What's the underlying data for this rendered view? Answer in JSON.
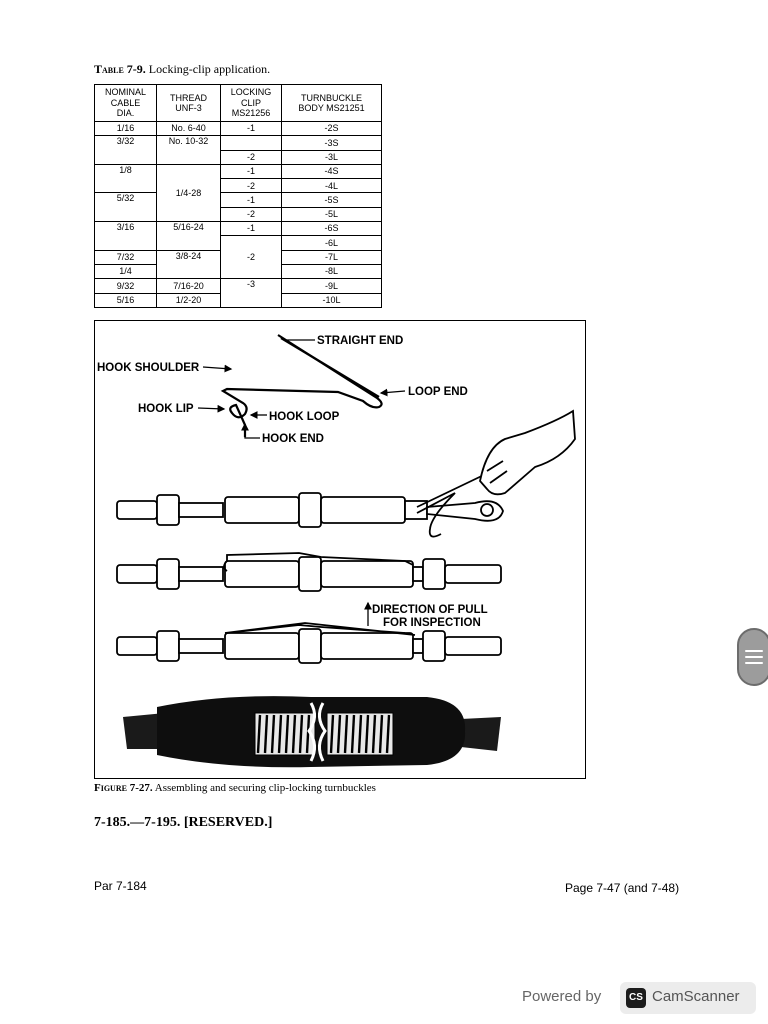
{
  "table": {
    "caption_label": "Table 7-9.",
    "caption_text": "Locking-clip application.",
    "headers": [
      [
        "NOMINAL",
        "CABLE",
        "DIA."
      ],
      [
        "THREAD",
        "UNF-3"
      ],
      [
        "LOCKING",
        "CLIP",
        "MS21256"
      ],
      [
        "TURNBUCKLE",
        "BODY MS21251"
      ]
    ],
    "cable_dia": [
      "1/16",
      "3/32",
      "1/8",
      "5/32",
      "3/16",
      "7/32",
      "1/4",
      "9/32",
      "5/16"
    ],
    "thread": [
      "No. 6-40",
      "No. 10-32",
      "1/4-28",
      "5/16-24",
      "3/8-24",
      "7/16-20",
      "1/2-20"
    ],
    "clip": [
      "-1",
      "-2",
      "-1",
      "-2",
      "-1",
      "-2",
      "-1",
      "-2",
      "-3"
    ],
    "body": [
      "-2S",
      "-3S",
      "-3L",
      "-4S",
      "-4L",
      "-5S",
      "-5L",
      "-6S",
      "-6L",
      "-7L",
      "-8L",
      "-9L",
      "-10L"
    ]
  },
  "figure": {
    "labels": {
      "straight_end": "STRAIGHT END",
      "hook_shoulder": "HOOK SHOULDER",
      "loop_end": "LOOP END",
      "hook_lip": "HOOK LIP",
      "hook_loop": "HOOK LOOP",
      "hook_end": "HOOK END",
      "direction_line1": "DIRECTION OF PULL",
      "direction_line2": "FOR INSPECTION"
    },
    "caption_label": "Figure 7-27.",
    "caption_text": "Assembling and securing clip-locking turnbuckles"
  },
  "section": {
    "reserved": "7-185.—7-195. [RESERVED.]"
  },
  "footer": {
    "left": "Par 7-184",
    "right": "Page 7-47 (and 7-48)"
  },
  "overlay": {
    "powered_by": "Powered by",
    "logo_text": "CS",
    "app_name": "CamScanner",
    "scroll_icon": "menu-lines-icon"
  }
}
